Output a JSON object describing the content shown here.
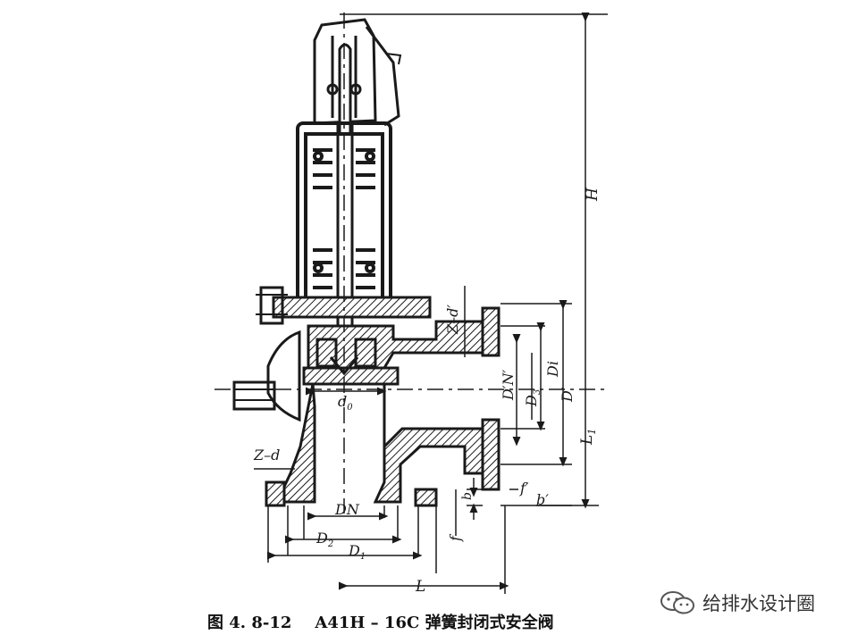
{
  "labels": {
    "H": "H",
    "L1": "L",
    "L1_sub": "1",
    "Zd_prime": "Z–d′",
    "DN_prime": "D′N′",
    "D3": "D",
    "D3_sub": "3",
    "Di": "Di",
    "D_prime": "D′",
    "d0": "d",
    "d0_sub": "0",
    "Zd": "Z–d",
    "f_prime": "f′",
    "b_prime": "b′",
    "b": "b",
    "f": "f",
    "DN": "DN",
    "D2": "D",
    "D2_sub": "2",
    "D1": "D",
    "D1_sub": "1",
    "L": "L"
  },
  "caption": {
    "number": "图 4. 8-12",
    "title": "A41H – 16C 弹簧封闭式安全阀"
  },
  "watermark": {
    "text": "给排水设计圈",
    "icon": "wechat-icon"
  }
}
